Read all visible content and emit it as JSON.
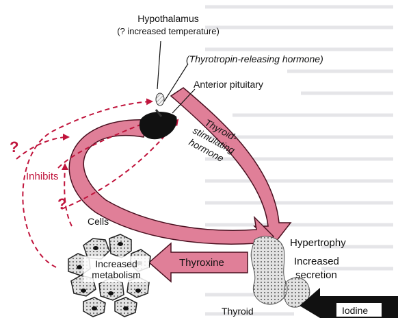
{
  "labels": {
    "hypothalamus": "Hypothalamus",
    "hypothalamus_note": "(? increased temperature)",
    "trh": "(Thyrotropin-releasing hormone)",
    "anterior_pituitary": "Anterior pituitary",
    "tsh_line1": "Thyroid-",
    "tsh_line2": "stimulating",
    "tsh_line3": "hormone",
    "inhibits": "Inhibits",
    "question_mark": "?",
    "cells": "Cells",
    "metabolism_line1": "Increased",
    "metabolism_line2": "metabolism",
    "thyroxine": "Thyroxine",
    "hypertrophy": "Hypertrophy",
    "secretion_line1": "Increased",
    "secretion_line2": "secretion",
    "iodine": "Iodine",
    "thyroid": "Thyroid"
  },
  "colors": {
    "arrow_fill": "#e07f98",
    "arrow_stroke": "#4a1020",
    "inhibit_red": "#c0143c",
    "background_text": "#8c8c98"
  }
}
